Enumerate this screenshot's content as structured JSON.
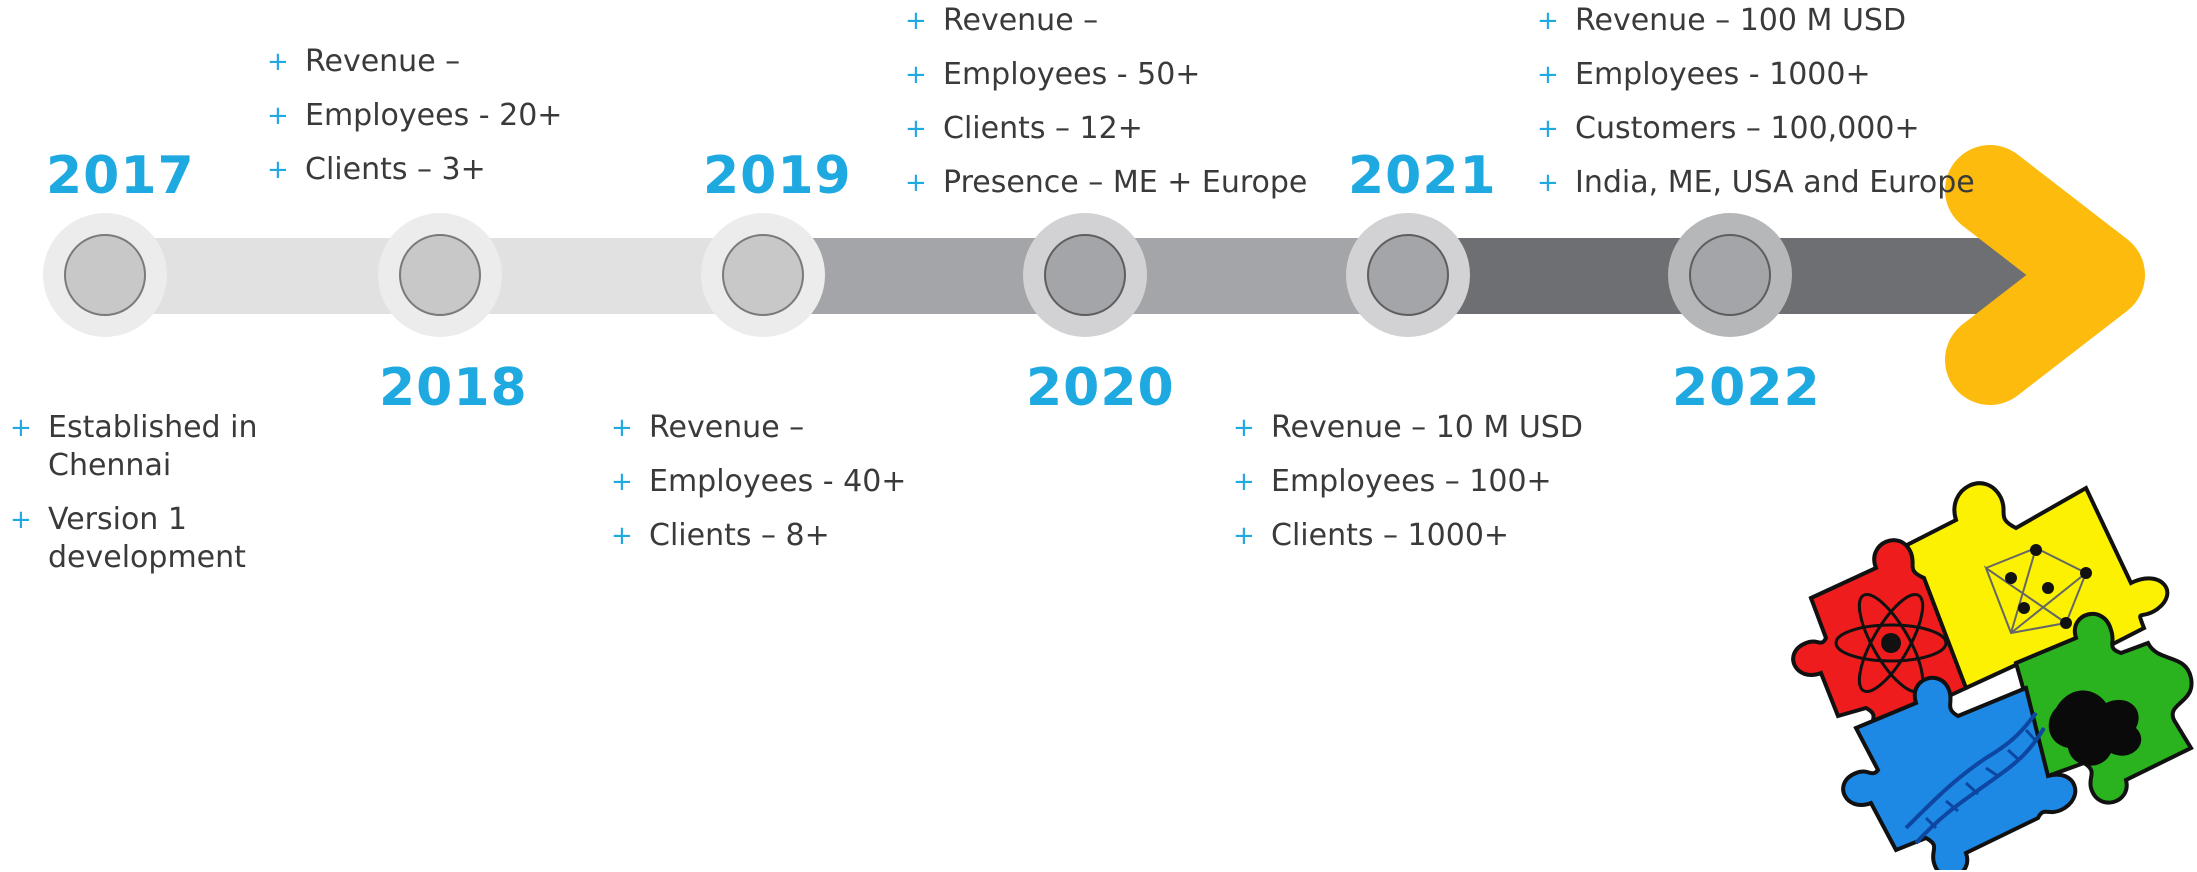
{
  "timeline": {
    "years": [
      "2017",
      "2018",
      "2019",
      "2020",
      "2021",
      "2022"
    ],
    "entries": [
      {
        "year": "2017",
        "items": [
          "Established in Chennai",
          "Version 1 development"
        ]
      },
      {
        "year": "2018",
        "items": [
          "Revenue –",
          "Employees -  20+",
          "Clients – 3+"
        ]
      },
      {
        "year": "2019",
        "items": [
          "Revenue –",
          "Employees -  40+",
          "Clients – 8+"
        ]
      },
      {
        "year": "2020",
        "items": [
          "Revenue –",
          "Employees -  50+",
          "Clients – 12+",
          "Presence – ME + Europe"
        ]
      },
      {
        "year": "2021",
        "items": [
          "Revenue – 10 M USD",
          "Employees – 100+",
          "Clients – 1000+"
        ]
      },
      {
        "year": "2022",
        "items": [
          "Revenue –  100 M USD",
          "Employees - 1000+",
          "Customers  – 100,000+",
          "India, ME, USA and Europe"
        ]
      }
    ],
    "bullet_symbol": "+"
  },
  "colors": {
    "accent_blue": "#1ea9e1",
    "bar_light": "#e1e1e1",
    "bar_mid": "#a4a5a8",
    "bar_dark": "#6e6f73",
    "arrow": "#fdbb0d",
    "node_fill": "#c8c8c8"
  },
  "icons": [
    "puzzle-graphic"
  ]
}
